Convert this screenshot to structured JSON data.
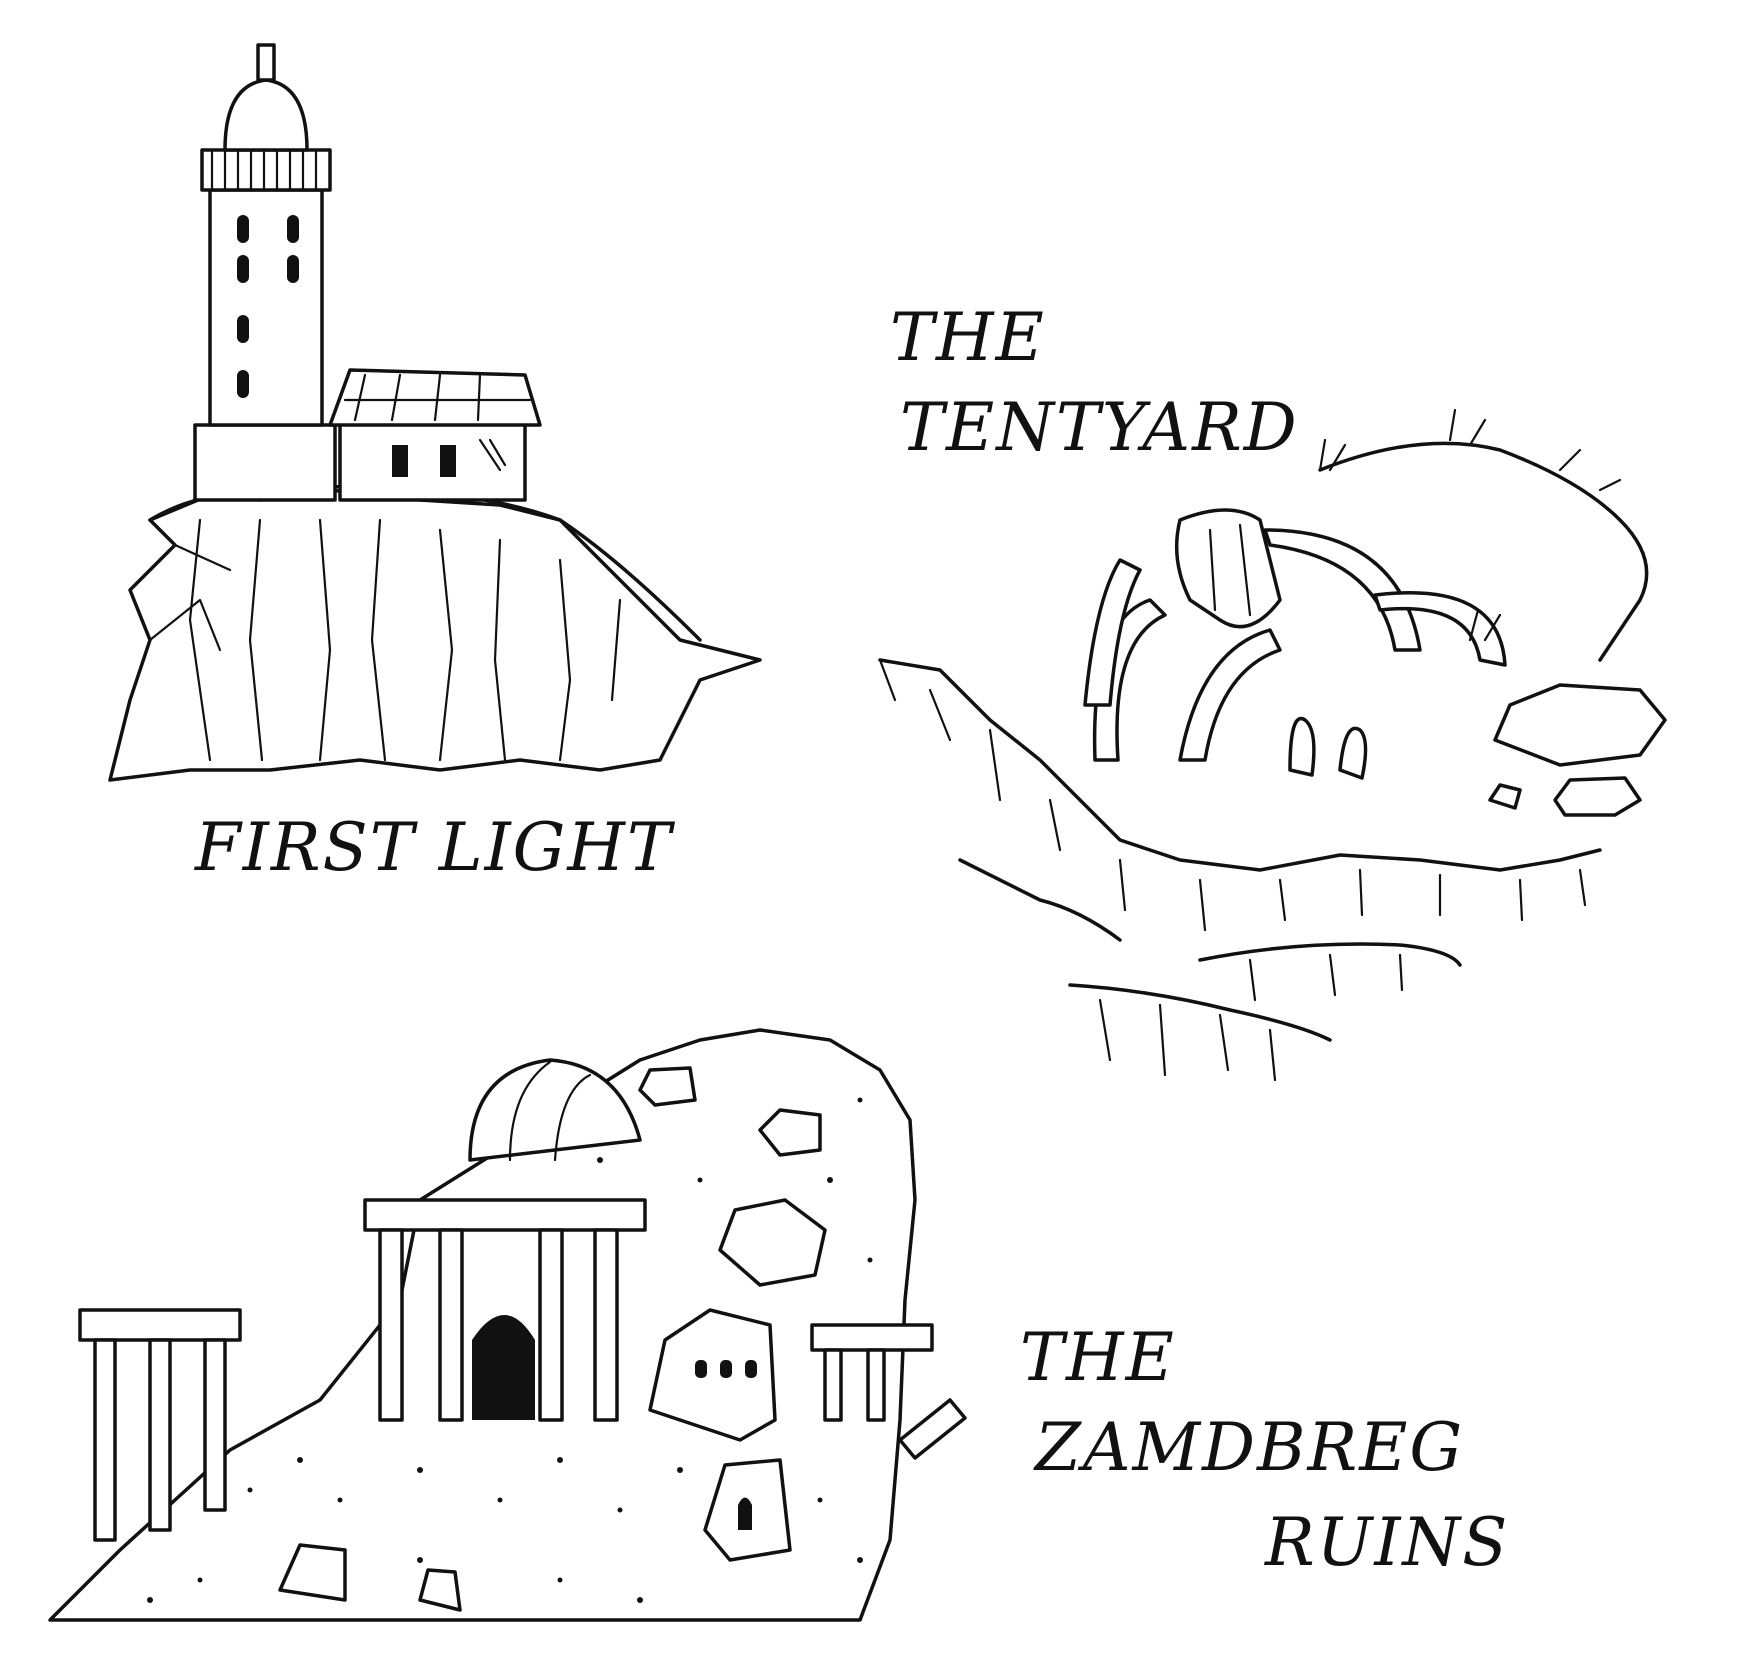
{
  "locations": [
    {
      "id": "first-light",
      "lines": [
        "FIRST LIGHT"
      ]
    },
    {
      "id": "tentyard",
      "lines": [
        "THE",
        "TENTYARD"
      ]
    },
    {
      "id": "zamdbreg-ruins",
      "lines": [
        "THE",
        "ZAMDBREG",
        "RUINS"
      ]
    }
  ],
  "colors": {
    "ink": "#111111",
    "paper": "#ffffff"
  }
}
